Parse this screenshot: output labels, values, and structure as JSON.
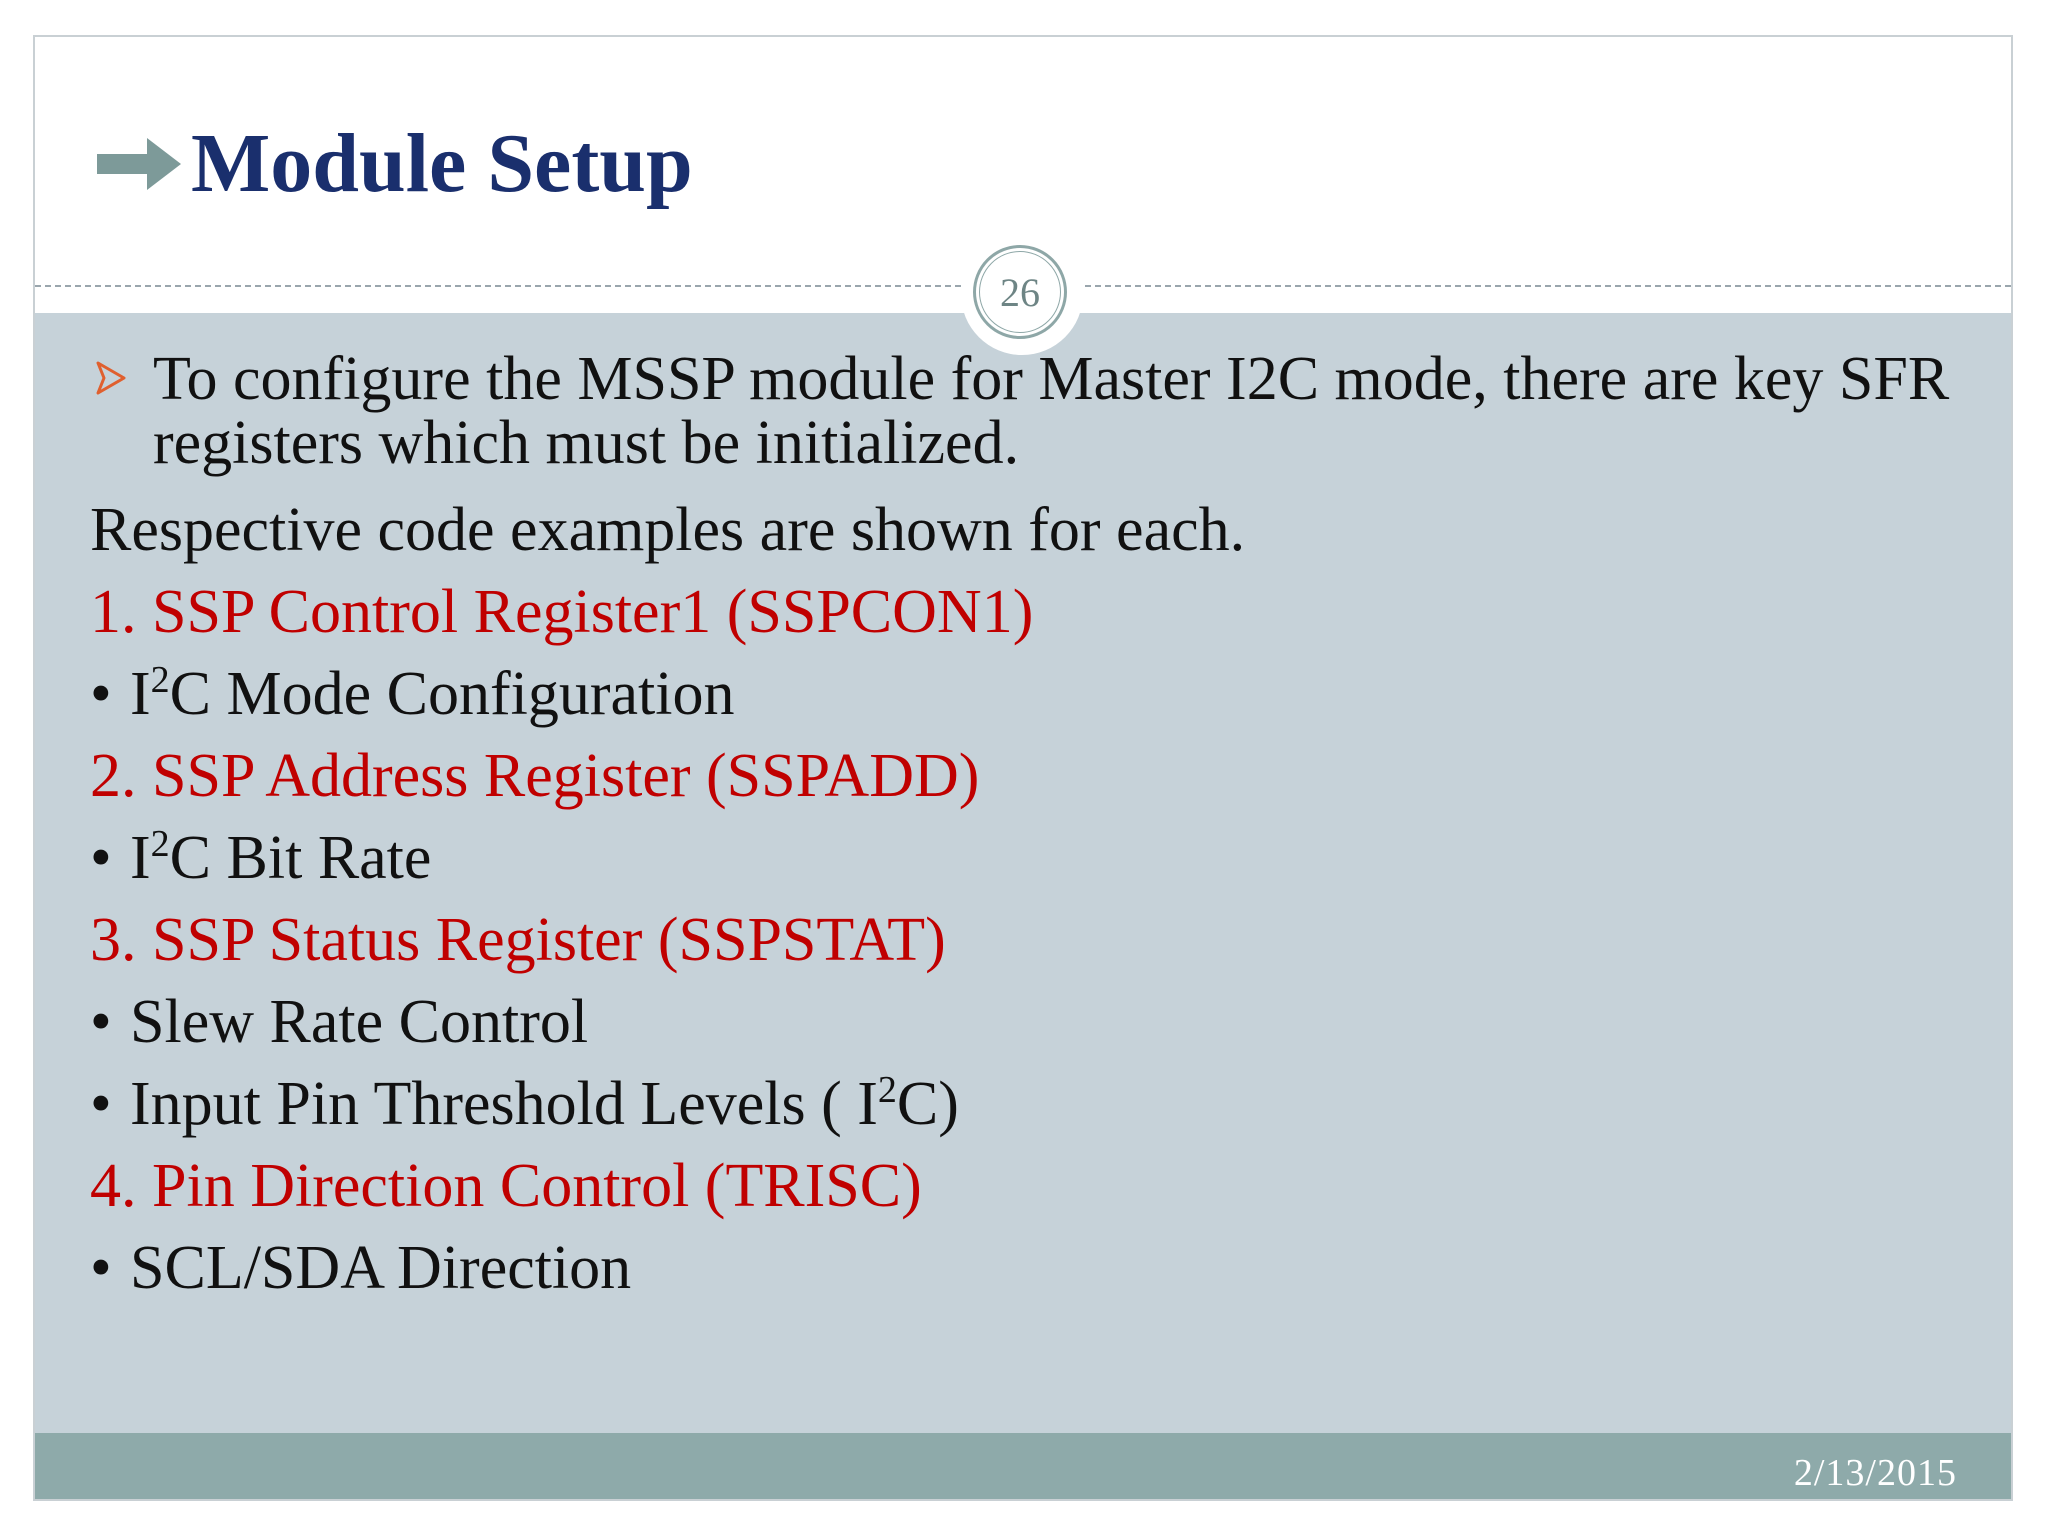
{
  "slide": {
    "title": "Module Setup",
    "page_number": "26",
    "date": "2/13/2015",
    "intro_bullet": "To configure the MSSP module for Master I2C mode, there are key SFR registers which must be initialized.",
    "intro_line": "Respective code examples are shown for each.",
    "items": [
      {
        "kind": "heading",
        "text": "1. SSP Control Register1 (SSPCON1)"
      },
      {
        "kind": "bullet",
        "pre": "I",
        "sup": "2",
        "post": "C Mode Configuration"
      },
      {
        "kind": "heading",
        "text": "2. SSP Address Register (SSPADD)"
      },
      {
        "kind": "bullet",
        "pre": "I",
        "sup": "2",
        "post": "C Bit Rate"
      },
      {
        "kind": "heading",
        "text": "3. SSP Status Register (SSPSTAT)"
      },
      {
        "kind": "bullet",
        "pre": "Slew Rate Control",
        "sup": "",
        "post": ""
      },
      {
        "kind": "bullet",
        "pre": "Input Pin Threshold Levels ( I",
        "sup": "2",
        "post": "C)"
      },
      {
        "kind": "heading",
        "text": "4. Pin Direction Control (TRISC)"
      },
      {
        "kind": "bullet",
        "pre": "SCL/SDA Direction",
        "sup": "",
        "post": ""
      }
    ],
    "bullet_char": "•"
  },
  "colors": {
    "title": "#1a2f6d",
    "heading_red": "#c00000",
    "body_bg": "#c6d2d9",
    "footer_bg": "#8eaaaa",
    "arrow_gray": "#7d9a99",
    "bullet_arrow": "#e0602f"
  },
  "icons": {
    "title_arrow": "arrow-right-icon",
    "intro_bullet": "arrowhead-bullet-icon"
  }
}
